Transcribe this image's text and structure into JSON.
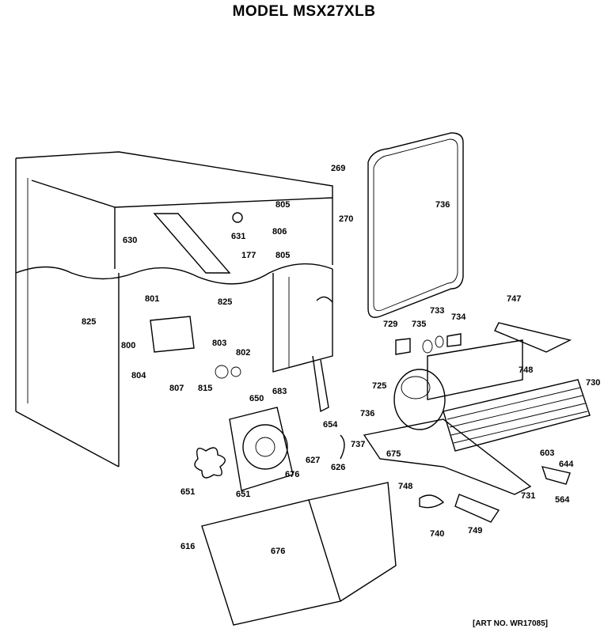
{
  "header": {
    "title": "MODEL MSX27XLB"
  },
  "footer": {
    "art_no": "[ART NO. WR17085]"
  },
  "parts": [
    {
      "id": "269"
    },
    {
      "id": "805"
    },
    {
      "id": "270"
    },
    {
      "id": "631"
    },
    {
      "id": "630"
    },
    {
      "id": "806"
    },
    {
      "id": "805"
    },
    {
      "id": "177"
    },
    {
      "id": "736"
    },
    {
      "id": "747"
    },
    {
      "id": "801"
    },
    {
      "id": "825"
    },
    {
      "id": "825"
    },
    {
      "id": "729"
    },
    {
      "id": "735"
    },
    {
      "id": "733"
    },
    {
      "id": "734"
    },
    {
      "id": "800"
    },
    {
      "id": "803"
    },
    {
      "id": "802"
    },
    {
      "id": "748"
    },
    {
      "id": "804"
    },
    {
      "id": "815"
    },
    {
      "id": "807"
    },
    {
      "id": "725"
    },
    {
      "id": "730"
    },
    {
      "id": "650"
    },
    {
      "id": "683"
    },
    {
      "id": "736"
    },
    {
      "id": "654"
    },
    {
      "id": "737"
    },
    {
      "id": "675"
    },
    {
      "id": "627"
    },
    {
      "id": "626"
    },
    {
      "id": "603"
    },
    {
      "id": "644"
    },
    {
      "id": "676"
    },
    {
      "id": "748"
    },
    {
      "id": "731"
    },
    {
      "id": "564"
    },
    {
      "id": "651"
    },
    {
      "id": "651"
    },
    {
      "id": "740"
    },
    {
      "id": "749"
    },
    {
      "id": "616"
    },
    {
      "id": "676"
    }
  ]
}
